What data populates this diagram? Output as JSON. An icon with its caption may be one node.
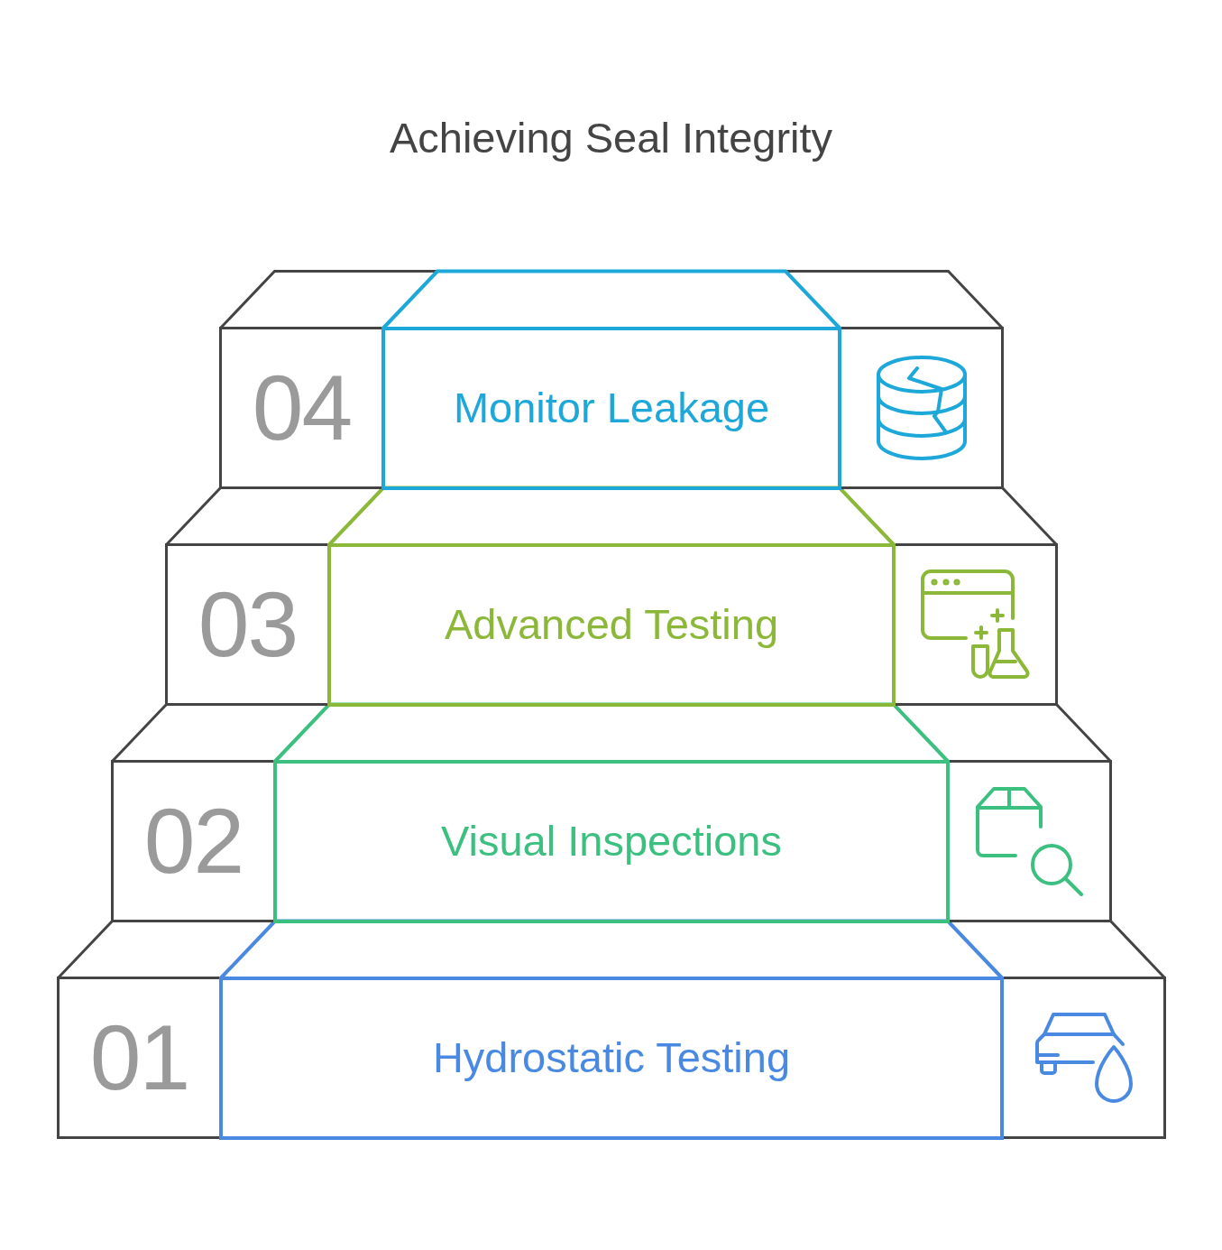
{
  "diagram": {
    "title": "Achieving Seal Integrity",
    "nodes": [
      {
        "text": [
          "04"
        ]
      },
      {
        "text": [
          "Monitor Leakage"
        ],
        "in": 0
      },
      {
        "text": [
          "03"
        ]
      },
      {
        "text": [
          "Advanced Testing"
        ],
        "in": 2
      },
      {
        "text": [
          "02"
        ]
      },
      {
        "text": [
          "Visual Inspections"
        ],
        "in": 4
      },
      {
        "text": [
          "01"
        ]
      },
      {
        "text": [
          "Hydrostatic Testing"
        ],
        "in": 6
      }
    ]
  }
}
